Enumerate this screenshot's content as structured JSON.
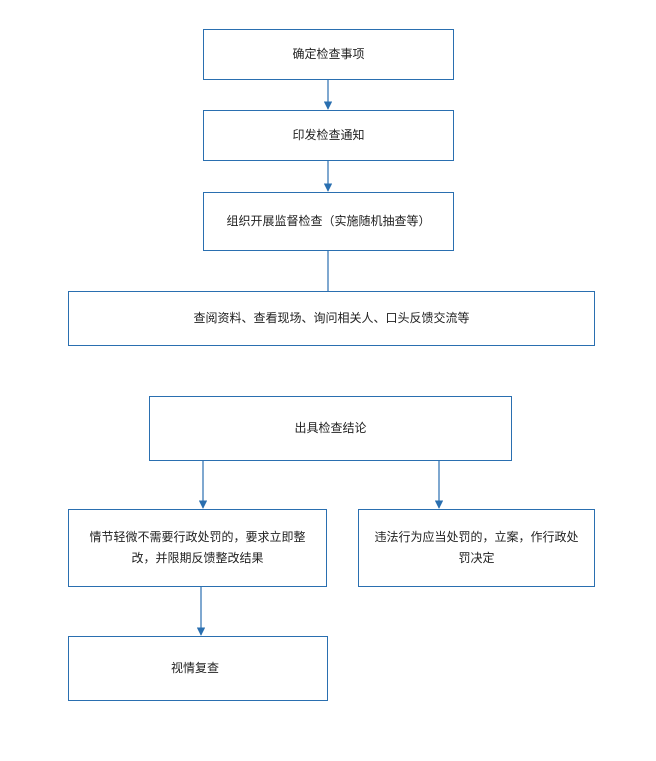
{
  "flowchart": {
    "nodes": {
      "confirm_items": "确定检查事项",
      "issue_notice": "印发检查通知",
      "organize_inspection": "组织开展监督检查（实施随机抽查等）",
      "review_methods": "查阅资料、查看现场、询问相关人、口头反馈交流等",
      "conclusion": "出具检查结论",
      "minor_correction": "情节轻微不需要行政处罚的，要求立即整改，并限期反馈整改结果",
      "penalty": "违法行为应当处罚的，立案，作行政处罚决定",
      "review": "视情复查"
    },
    "colors": {
      "border": "#2a6fb0",
      "arrow": "#2a6fb0"
    }
  }
}
